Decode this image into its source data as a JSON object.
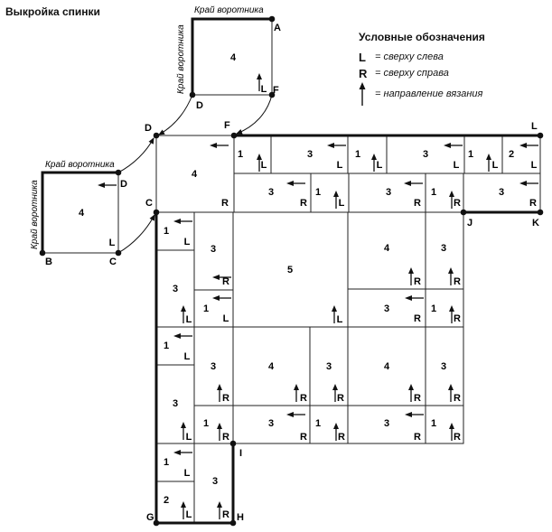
{
  "title": "Выкройка спинки",
  "legend": {
    "heading": "Условные обозначения",
    "items": [
      {
        "key": "L",
        "text": "= сверху слева"
      },
      {
        "key": "R",
        "text": "= сверху справа"
      },
      {
        "key": "arrow",
        "text": "= направление вязания"
      }
    ]
  },
  "collar_label": "Край воротника",
  "points": [
    "A",
    "B",
    "C",
    "D",
    "F",
    "G",
    "H",
    "I",
    "J",
    "K",
    "L"
  ],
  "corner_left": "L",
  "corner_right": "R",
  "block_numbers": {
    "n1": "1",
    "n2": "2",
    "n3": "3",
    "n4": "4",
    "n5": "5"
  }
}
